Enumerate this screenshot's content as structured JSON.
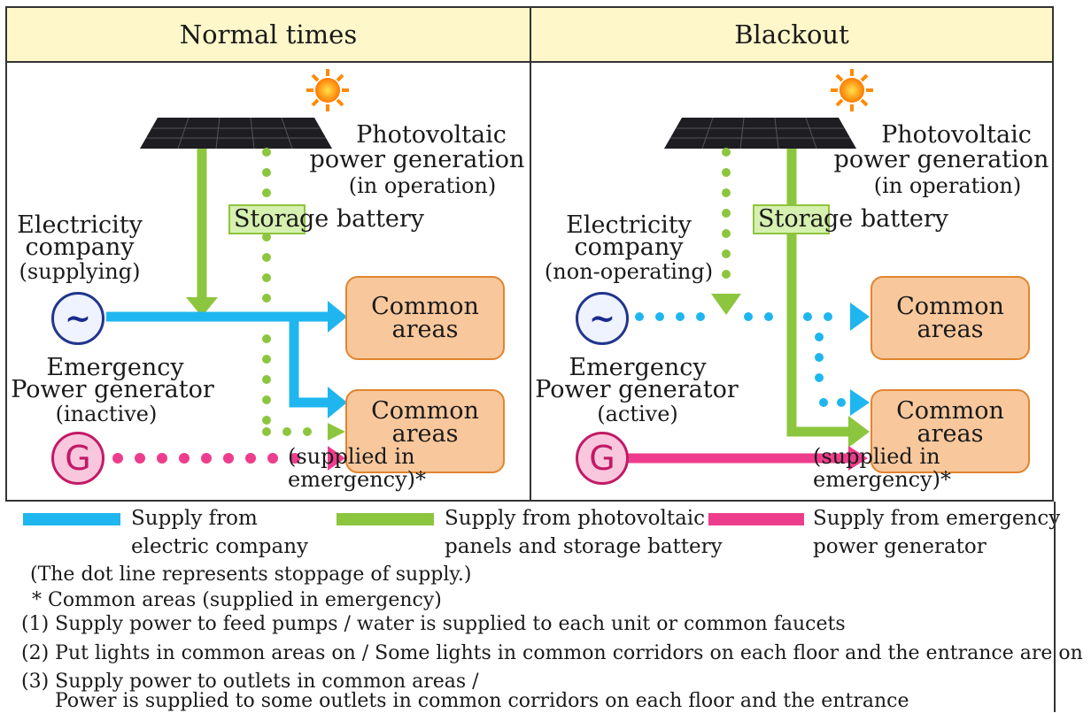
{
  "headers": {
    "normal": "Normal times",
    "blackout": "Blackout"
  },
  "normal": {
    "pv_title_1": "Photovoltaic",
    "pv_title_2": "power generation",
    "pv_status": "(in operation)",
    "battery_boxed": "Stora",
    "battery_rest": "ge battery",
    "elec_line1": "Electricity",
    "elec_line2": "company",
    "elec_status": "(supplying)",
    "gen_line1": "Emergency",
    "gen_line2": "Power generator",
    "gen_status": "(inactive)",
    "box1_line1": "Common",
    "box1_line2": "areas",
    "box2_line1": "Common",
    "box2_line2": "areas",
    "box2_note": "(supplied in emergency)*"
  },
  "blackout": {
    "pv_title_1": "Photovoltaic",
    "pv_title_2": "power generation",
    "pv_status": "(in operation)",
    "battery_boxed": "Stora",
    "battery_rest": "ge battery",
    "elec_line1": "Electricity",
    "elec_line2": "company",
    "elec_status": "(non-operating)",
    "gen_line1": "Emergency",
    "gen_line2": "Power generator",
    "gen_status": "(active)",
    "box1_line1": "Common",
    "box1_line2": "areas",
    "box2_line1": "Common",
    "box2_line2": "areas",
    "box2_note": "(supplied in emergency)*"
  },
  "symbols": {
    "electric": "~",
    "generator": "G"
  },
  "legend": {
    "electric_1": "Supply from",
    "electric_2": "electric company",
    "pv_1": "Supply from photovoltaic",
    "pv_2": "panels and storage battery",
    "gen_1": "Supply from emergency",
    "gen_2": "power generator",
    "dot_note": "(The dot line represents stoppage of supply.)"
  },
  "notes": {
    "star": "* Common areas (supplied in emergency)",
    "n1": "(1) Supply power to feed pumps / water is supplied to each unit or common faucets",
    "n2": "(2) Put lights in common areas on / Some lights in common corridors on each floor and the entrance are on",
    "n3a": "(3) Supply power to outlets in common areas /",
    "n3b": "Power is supplied to some outlets in common corridors on each floor and the entrance"
  },
  "colors": {
    "electric": "#1fb6f0",
    "pv": "#8cc63f",
    "generator": "#ee3d8c",
    "header_bg": "#fdf7c9",
    "box_fill": "#f8c89c",
    "box_border": "#e2842e"
  },
  "icons": {
    "sun": "sun-icon",
    "panel": "solar-panel-icon"
  }
}
